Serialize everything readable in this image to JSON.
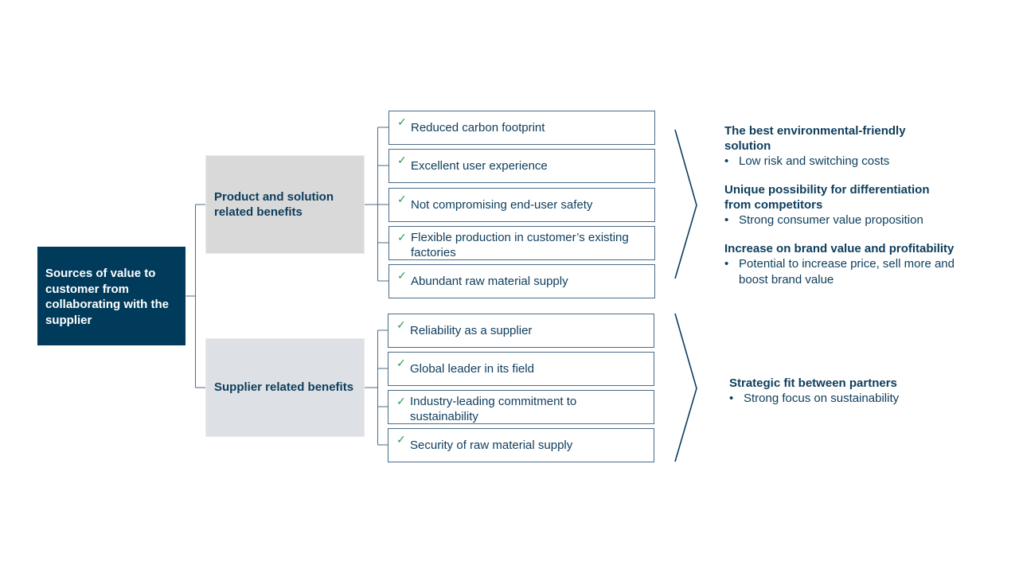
{
  "root": {
    "label": "Sources of value to customer from collaborating with the supplier"
  },
  "categories": [
    {
      "label": "Product and solution related benefits",
      "items": [
        "Reduced carbon footprint",
        "Excellent user experience",
        "Not compromising end-user safety",
        "Flexible production in customer’s existing factories",
        "Abundant raw material supply"
      ]
    },
    {
      "label": "Supplier related benefits",
      "items": [
        "Reliability as a supplier",
        "Global leader in its field",
        "Industry-leading commitment to sustainability",
        "Security of raw material supply"
      ]
    }
  ],
  "outcomes_group_1": [
    {
      "title": "The best environmental-friendly solution",
      "bullet": "Low risk and switching costs"
    },
    {
      "title": "Unique possibility for differentiation from competitors",
      "bullet": "Strong consumer value proposition"
    },
    {
      "title": "Increase on brand value and profitability",
      "bullet": "Potential to increase price, sell more and boost brand value"
    }
  ],
  "outcomes_group_2": [
    {
      "title": "Strategic fit between partners",
      "bullet": "Strong focus on sustainability"
    }
  ],
  "bullet_glyph": "•",
  "check_glyph": "✓",
  "colors": {
    "navy": "#003b5c",
    "text": "#0d3d5c",
    "connector": "#4a6b88",
    "check": "#2e9b5b",
    "category_fill": "#d9d9d9"
  }
}
